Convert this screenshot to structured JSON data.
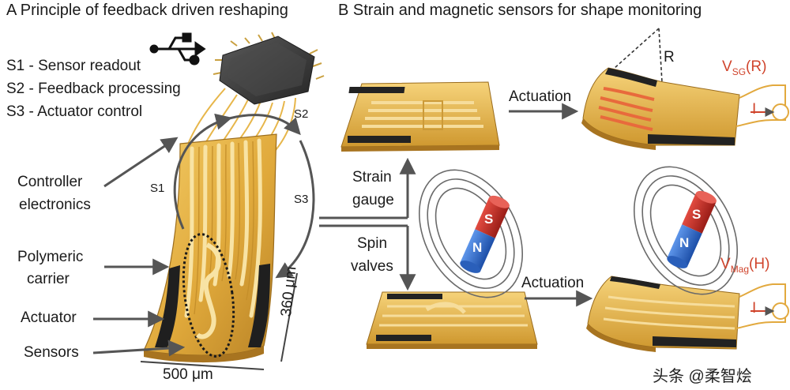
{
  "panel_a": {
    "title": "A  Principle of feedback driven reshaping",
    "steps": [
      "S1 - Sensor readout",
      "S2 - Feedback processing",
      "S3 - Actuator control"
    ],
    "loop_labels": {
      "s1": "S1",
      "s2": "S2",
      "s3": "S3"
    },
    "side_labels": {
      "controller_1": "Controller",
      "controller_2": "electronics",
      "polymeric_1": "Polymeric",
      "polymeric_2": "carrier",
      "actuator": "Actuator",
      "sensors": "Sensors"
    },
    "dim_width": "500 μm",
    "dim_height": "360 μm",
    "usb_icon": "usb-icon"
  },
  "panel_b": {
    "title": "B  Strain and magnetic sensors for shape monitoring",
    "strain_1": "Strain",
    "strain_2": "gauge",
    "spin_1": "Spin",
    "spin_2": "valves",
    "actuation_top": "Actuation",
    "actuation_bottom": "Actuation",
    "radius": "R",
    "vsg": "V",
    "vsg_sub": "SG",
    "vsg_tail": "(R)",
    "vmag": "V",
    "vmag_sub": "Mag",
    "vmag_tail": "(H)",
    "current_top": "I",
    "current_bottom": "I",
    "magnet_n_top": "N",
    "magnet_s_top": "S",
    "magnet_n_bottom": "N",
    "magnet_s_bottom": "S"
  },
  "watermark": "头条 @柔智烩",
  "colors": {
    "gold": "#e3b144",
    "gold_dark": "#b7842a",
    "trace": "#f6d98a",
    "red": "#c8302a",
    "blue": "#2f6fd0",
    "chip": "#3a3a3a"
  }
}
